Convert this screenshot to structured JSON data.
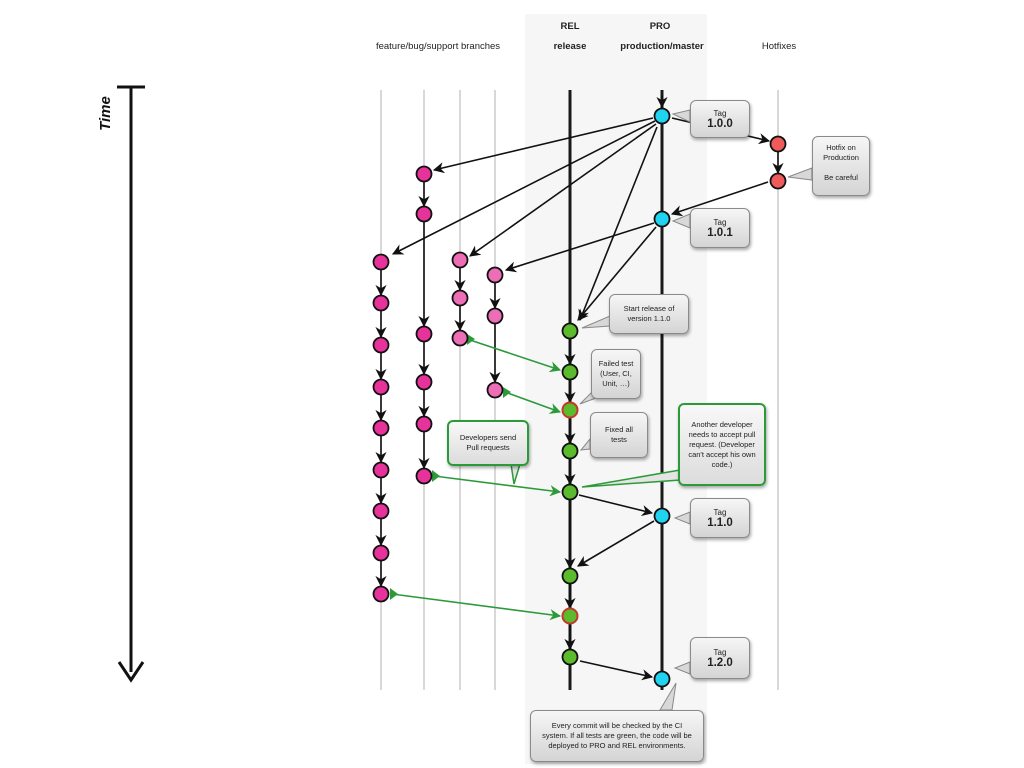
{
  "headers": {
    "features": "feature/bug/support branches",
    "rel_short": "REL",
    "rel_long": "release",
    "pro_short": "PRO",
    "pro_long": "production/master",
    "hotfixes": "Hotfixes"
  },
  "time_label": "Time",
  "callouts": {
    "tag_100": {
      "word": "Tag",
      "version": "1.0.0"
    },
    "tag_101": {
      "word": "Tag",
      "version": "1.0.1"
    },
    "tag_110": {
      "word": "Tag",
      "version": "1.1.0"
    },
    "tag_120": {
      "word": "Tag",
      "version": "1.2.0"
    },
    "hotfix": "Hotfix on Production\n\nBe careful",
    "start_release": "Start release of version 1.1.0",
    "failed_test": "Failed test (User, CI, Unit, …)",
    "fixed_tests": "Fixed all tests",
    "pull_requests": "Developers send Pull requests",
    "another_dev": "Another developer needs to accept pull request. (Developer can't accept his own code.)",
    "ci_note": "Every commit will be checked by the CI system. If all tests are green, the code will be deployed to PRO and REL environments."
  },
  "colors": {
    "pink": "#e8329b",
    "light_pink": "#ee6db7",
    "green": "#5cba2d",
    "cyan": "#1fd4f0",
    "red": "#ef5a5a",
    "failed_border": "#c0392b",
    "pr_arrow": "#2d9a3a",
    "lane": "#d8d8d8"
  }
}
